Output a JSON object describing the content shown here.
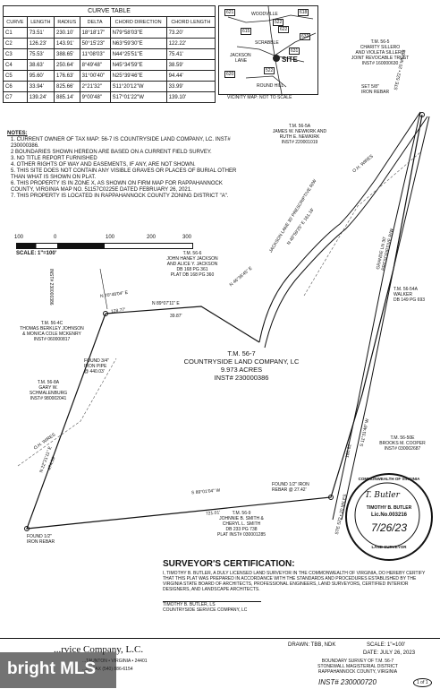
{
  "curve_table": {
    "title": "CURVE TABLE",
    "headers": [
      "CURVE",
      "LENGTH",
      "RADIUS",
      "DELTA",
      "CHORD DIRECTION",
      "CHORD LENGTH"
    ],
    "rows": [
      [
        "C1",
        "73.51'",
        "230.10'",
        "18°18'17\"",
        "N79°58'03\"E",
        "73.20'"
      ],
      [
        "C2",
        "126.23'",
        "143.91'",
        "50°15'23\"",
        "N63°59'30\"E",
        "122.22'"
      ],
      [
        "C3",
        "75.53'",
        "388.65'",
        "11°08'03\"",
        "N44°25'51\"E",
        "75.41'"
      ],
      [
        "C4",
        "38.63'",
        "250.64'",
        "8°49'48\"",
        "N45°34'59\"E",
        "38.59'"
      ],
      [
        "C5",
        "95.60'",
        "176.63'",
        "31°00'40\"",
        "N25°39'46\"E",
        "94.44'"
      ],
      [
        "C6",
        "33.94'",
        "825.66'",
        "2°21'32\"",
        "S11°20'12\"W",
        "33.99'"
      ],
      [
        "C7",
        "139.24'",
        "885.14'",
        "9°00'48\"",
        "S17°01'22\"W",
        "139.10'"
      ]
    ]
  },
  "vicinity": {
    "caption": "VICINITY MAP: NOT TO SCALE",
    "labels": {
      "woodville": "WOODVILLE",
      "scrabble": "SCRABBLE",
      "jackson": "JACKSON",
      "lane": "LANE",
      "site": "SITE",
      "round_hill": "ROUND HILL"
    },
    "routes": [
      "621",
      "618",
      "615",
      "632",
      "622",
      "631",
      "522",
      "522",
      "620"
    ]
  },
  "notes": {
    "title": "NOTES:",
    "items": [
      "1. CURRENT OWNER OF TAX MAP: 56-7 IS COUNTRYSIDE LAND COMPANY, LC. INST# 230000386.",
      "2 BOUNDARIES SHOWN HEREON ARE BASED ON A CURRENT FIELD SURVEY.",
      "3. NO TITLE REPORT FURNISHED",
      "4. OTHER RIGHTS OF WAY AND EASEMENTS, IF ANY, ARE NOT SHOWN.",
      "5. THIS SITE DOES NOT CONTAIN ANY VISIBLE GRAVES OR PLACES OF BURIAL OTHER THAN WHAT IS SHOWN ON PLAT.",
      "6. THIS PROPERTY IS IN ZONE X, AS SHOWN ON FIRM MAP FOR RAPPAHANNOCK COUNTY, VIRGINIA MAP NO. 51157C0225E DATED FEBRUARY 26, 2021.",
      "7. THIS PROPERTY IS LOCATED IN RAPPAHANNOCK COUNTY ZONING DISTRICT \"A\"."
    ]
  },
  "scale_bar": {
    "ticks": [
      "100",
      "0",
      "100",
      "200",
      "300"
    ],
    "label": "SCALE: 1\"=100'"
  },
  "parcels": {
    "tm565": [
      "T.M. 56-5",
      "CHARITY SILLERO",
      "AND VIOLETA SILLERO",
      "JOINT REVOCABLE TRUST",
      "INST# 160000630"
    ],
    "set_rebar": [
      "SET 5/8\"",
      "IRON REBAR"
    ],
    "tm565a": [
      "T.M. 56-5A",
      "JAMES W. NEWKIRK AND",
      "RUTH E. NEWKIRK",
      "INST# 220001019"
    ],
    "tm566": [
      "T.M. 56-6",
      "JOHN HANEY JACKSON",
      "AND ALICE Y. JACKSON",
      "DB 168 PG 361",
      "PLAT DB 168 PG 360"
    ],
    "tm564c": [
      "T.M. 56-4C",
      "THOMAS BERKLEY JOHNSON",
      "& MONICA COLE MCKENRY",
      "INST# 060000817"
    ],
    "tm568a": [
      "T.M. 56-8A",
      "GARY W.",
      "SCHMALENBURG",
      "INST# 980002041"
    ],
    "tm5654a": [
      "T.M. 56-54A",
      "WALKER",
      "DB 149 PG 693"
    ],
    "tm5650e": [
      "T.M. 56-50E",
      "BROOKS M. COOPER",
      "INST# 030002687"
    ],
    "tm569": [
      "T.M. 56-9",
      "JOHNNIE B. SMITH &",
      "CHERYL L. SMITH",
      "DB 233 PG 738",
      "PLAT INST# 030001285"
    ],
    "main": [
      "T.M. 56-7",
      "COUNTRYSIDE LAND COMPANY, LC",
      "9.973 ACRES",
      "INST# 230000386"
    ],
    "found_pipe": [
      "FOUND 3/4\"",
      "IRON PIPE",
      "@ 440.03'"
    ],
    "found_rebar_1": [
      "FOUND 1/2\" IRON",
      "REBAR @ 27.42'"
    ],
    "found_rebar_2": [
      "FOUND 1/2\"",
      "IRON REBAR"
    ],
    "inst_left": "INST# 230000386",
    "road_1": "JACKSON LANE 30' PRESCRIPTIVE R/W",
    "road_2": "GRANDE LN 30' PRESCRIPTIVE R/W",
    "route_1": "STE 522 • 20 MILES",
    "route_2": "STE 522 • 20 MILES",
    "ohwires": "O.H. WIRES",
    "bearings": {
      "b1": "N 70°48'04\" E",
      "b2": "128.77'",
      "b3": "N 89°07'11\" E",
      "b4": "39.87'",
      "b5": "S 89°01'04\" W",
      "b6": "721.01'",
      "b7": "N 22°21'11\" E",
      "b8": "474.59'",
      "b9": "S 11°31'46\" W",
      "b10": "180.62'",
      "b11": "N 46°36'45\" E",
      "b12": "N 48°59'25\" E 161.16'"
    }
  },
  "seal": {
    "ring_top": "COMMONWEALTH OF VIRGINIA",
    "ring_bottom": "LAND SURVEYOR",
    "name": "TIMOTHY B. BUTLER",
    "lic": "Lic.No.003216",
    "date": "7/26/23",
    "signature": "T. Butler"
  },
  "certification": {
    "title": "SURVEYOR'S CERTIFICATION:",
    "body": "I, TIMOTHY B. BUTLER, A DULY LICENSED LAND SURVEYOR IN THE COMMONWEALTH OF VIRGINIA, DO HEREBY CERTIFY THAT THIS PLAT WAS PREPARED IN ACCORDANCE WITH THE STANDARDS AND PROCEDURES ESTABLISHED BY THE VIRGINIA STATE BOARD OF ARCHITECTS, PROFESSIONAL ENGINEERS, LAND SURVEYORS, CERTIFIED INTERIOR DESIGNERS, AND LANDSCAPE ARCHITECTS.",
    "signer": "TIMOTHY B. BUTLER, LS",
    "company": "COUNTRYSIDE SERVICE COMPANY, LC"
  },
  "title_block": {
    "company": "...rvice Company, L.C.",
    "address": "...TAUNTON • VIRGINIA • 24401",
    "phone": "...5 • FAX (540) 886-6154",
    "drawn": "DRAWN: TBB, NDK",
    "scale": "SCALE: 1\"=100'",
    "date": "DATE: JULY 26, 2023",
    "project": [
      "BOUNDARY SURVEY OF T.M. 56-7",
      "STONEWALL MAGISTERIAL DISTRICT",
      "RAPPAHANNOCK COUNTY, VIRGINIA"
    ],
    "recording": "INST# 230000720",
    "page": "1 of 1"
  },
  "watermark": "bright MLS"
}
